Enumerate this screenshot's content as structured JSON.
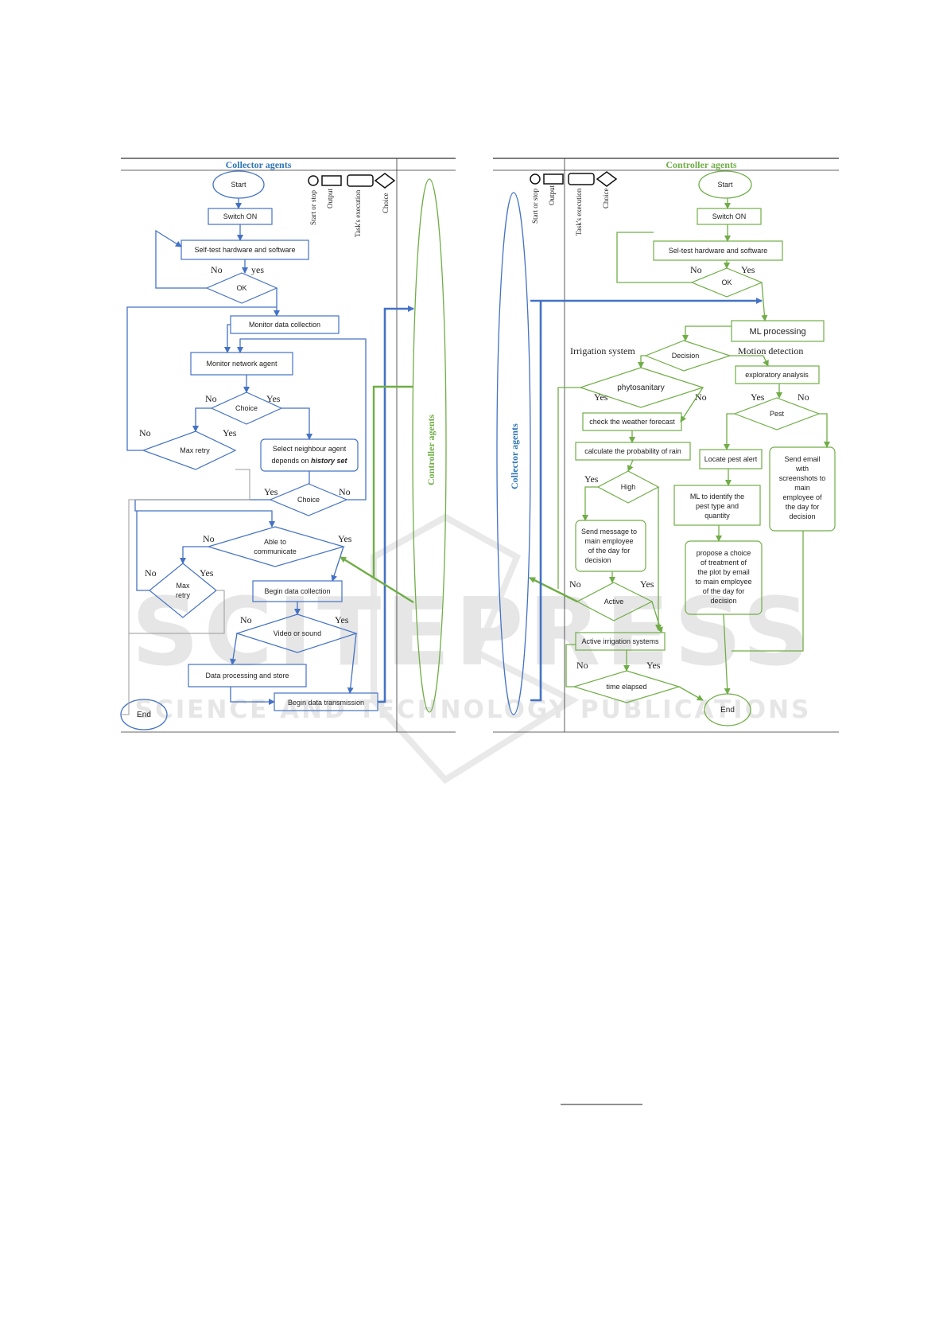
{
  "watermark": {
    "line1": "SCITEPRESS",
    "line2": "SCIENCE AND TECHNOLOGY PUBLICATIONS"
  },
  "legend": {
    "start_stop": "Start or stop",
    "output": "Output",
    "task": "Task's execution",
    "choice": "Choice"
  },
  "collector": {
    "title": "Collector agents",
    "side_label": "Controller agents",
    "start": "Start",
    "switch_on": "Switch ON",
    "self_test": "Self-test hardware and software",
    "no1": "No",
    "yes1": "yes",
    "ok": "OK",
    "monitor_data": "Monitor data collection",
    "monitor_network": "Monitor network agent",
    "no2": "No",
    "yes2": "Yes",
    "choice1": "Choice",
    "no3": "No",
    "yes3": "Yes",
    "max_retry": "Max retry",
    "select_neighbour_1": "Select neighbour agent",
    "select_neighbour_2": "depends on ",
    "select_neighbour_3": "history set",
    "yes4": "Yes",
    "no4": "No",
    "choice2": "Choice",
    "no5": "No",
    "yes5": "Yes",
    "able_1": "Able to",
    "able_2": "communicate",
    "no6": "No",
    "yes6": "Yes",
    "max_retry2_1": "Max",
    "max_retry2_2": "retry",
    "begin_collection": "Begin data collection",
    "no7": "No",
    "yes7": "Yes",
    "video_sound": "Video or sound",
    "processing_store": "Data processing and store",
    "transmission": "Begin data transmission",
    "end": "End"
  },
  "controller": {
    "title": "Controller agents",
    "side_label": "Collector agents",
    "start": "Start",
    "switch_on": "Switch ON",
    "self_test": "Sel-test hardware and software",
    "no1": "No",
    "yes1": "Yes",
    "ok": "OK",
    "ml": "ML processing",
    "irrigation": "Irrigation system",
    "decision": "Decision",
    "motion": "Motion detection",
    "exploratory": "exploratory analysis",
    "phyto": "phytosanitary",
    "yes2": "Yes",
    "no2": "No",
    "yes3": "Yes",
    "no3": "No",
    "pest": "Pest",
    "weather": "check the weather forecast",
    "probability": "calculate the probability of rain",
    "locate": "Locate pest alert",
    "email_1": "Send email",
    "email_2": "with",
    "email_3": "screenshots to",
    "email_4": "main",
    "email_5": "employee of",
    "email_6": "the day for",
    "email_7": "decision",
    "yes4": "Yes",
    "high": "High",
    "ml_pest_1": "ML to identify the",
    "ml_pest_2": "pest type and",
    "ml_pest_3": "quantity",
    "msg_1": "Send message to",
    "msg_2": "main employee",
    "msg_3": "of the day for",
    "msg_4": "decision",
    "prop_1": "propose a choice",
    "prop_2": "of treatment of",
    "prop_3": "the plot by email",
    "prop_4": "to main employee",
    "prop_5": "of the day for",
    "prop_6": "decision",
    "no5": "No",
    "yes5": "Yes",
    "active": "Active",
    "active_irrigation": "Active irrigation systems",
    "no6": "No",
    "yes6": "Yes",
    "time_elapsed": "time elapsed",
    "end": "End"
  },
  "colors": {
    "blue": "#4472c4",
    "green": "#70ad47",
    "title_blue": "#2e75b6",
    "title_green": "#70ad47"
  }
}
